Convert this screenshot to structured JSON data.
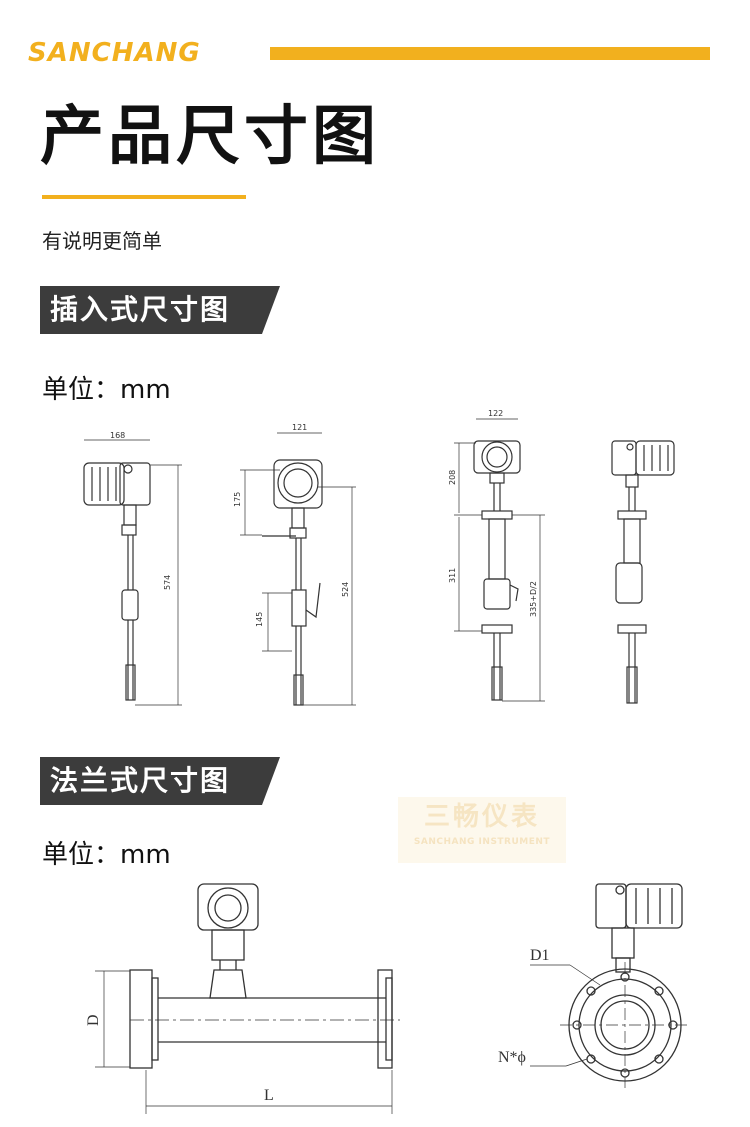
{
  "brand": {
    "name": "SANCHANG",
    "accent": "#f2b01e"
  },
  "title": "产品尺寸图",
  "subtitle": "有说明更简单",
  "sections": [
    {
      "heading": "插入式尺寸图",
      "unit": "单位：mm",
      "dimensions": [
        "168",
        "574",
        "121",
        "175",
        "145",
        "524",
        "122",
        "208",
        "311",
        "335+D/2"
      ]
    },
    {
      "heading": "法兰式尺寸图",
      "unit": "单位：mm",
      "labels": [
        "D",
        "L",
        "D1",
        "N*ϕ"
      ]
    }
  ],
  "watermark": {
    "cn": "三畅仪表",
    "en": "SANCHANG INSTRUMENT"
  }
}
